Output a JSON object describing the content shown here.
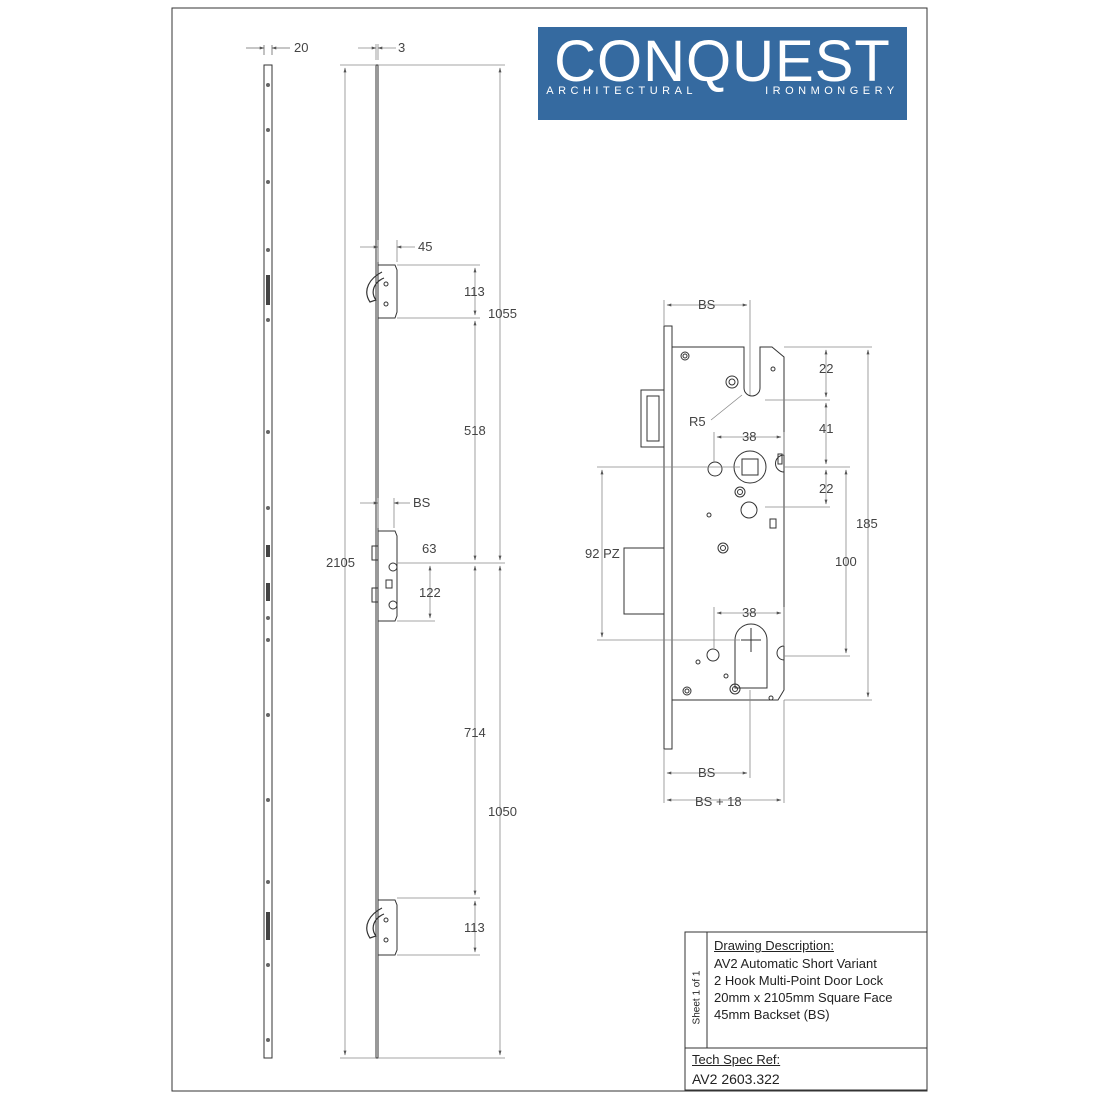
{
  "logo": {
    "name": "CONQUEST",
    "sub_left": "ARCHITECTURAL",
    "sub_right": "IRONMONGERY",
    "bg_color": "#356aa0"
  },
  "title_block": {
    "description_label": "Drawing Description:",
    "description_lines": [
      "AV2 Automatic Short Variant",
      "2 Hook Multi-Point Door Lock",
      "20mm x 2105mm Square Face",
      "45mm Backset (BS)"
    ],
    "sheet": "Sheet 1 of 1",
    "tech_spec_label": "Tech Spec Ref:",
    "tech_spec_ref": "AV2 2603.322"
  },
  "dimensions": {
    "face_width": "20",
    "face_thickness": "3",
    "total_length": "2105",
    "top_hook_backset": "45",
    "top_hook_height": "113",
    "top_to_centre": "1055",
    "top_hook_to_centre": "518",
    "centre_backset": "BS",
    "centre_offset": "63",
    "centre_to_cylinder": "122",
    "centre_to_bottom_hook": "714",
    "bottom_to_centre": "1050",
    "bottom_hook_height": "113"
  },
  "detail": {
    "backset_top": "BS",
    "radius": "R5",
    "top_slot": "22",
    "slot_to_spindle": "41",
    "spindle_width": "38",
    "spindle_below": "22",
    "case_height": "185",
    "pz": "92 PZ",
    "centres": "100",
    "cylinder_width": "38",
    "backset_bottom": "BS",
    "backset_plus": "BS + 18"
  }
}
